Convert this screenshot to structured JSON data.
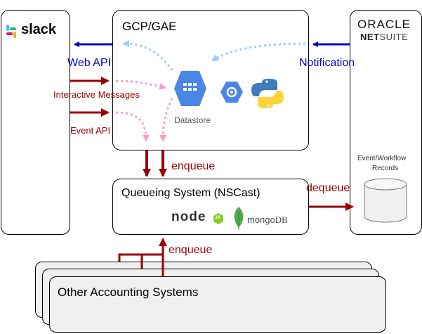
{
  "slack": {
    "logo_text": "slack"
  },
  "gcp": {
    "title": "GCP/GAE",
    "datastore_label": "Datastore"
  },
  "netsuite": {
    "brand_top": "ORACLE",
    "brand_bottom_a": "NET",
    "brand_bottom_b": "SUITE"
  },
  "arrows": {
    "web_api": "Web API",
    "notification": "Notification",
    "interactive_messages": "Interactive Messages",
    "event_api": "Event API",
    "enqueue_top": "enqueue",
    "enqueue_bottom": "enqueue",
    "dequeue": "dequeue"
  },
  "queue": {
    "title": "Queueing System (NSCast)",
    "node_logo": "node",
    "node_badge": "JS",
    "mongo_logo_a": "mongo",
    "mongo_logo_b": "DB"
  },
  "records": {
    "label_line1": "Event/Workflow",
    "label_line2": "Records"
  },
  "accounting": {
    "label": "Other Accounting Systems"
  },
  "colors": {
    "dark_red": "#990000",
    "blue": "#0000cc",
    "light_blue": "#99ccff",
    "pink": "#ff99cc",
    "gray_box": "#f0f0f0"
  }
}
